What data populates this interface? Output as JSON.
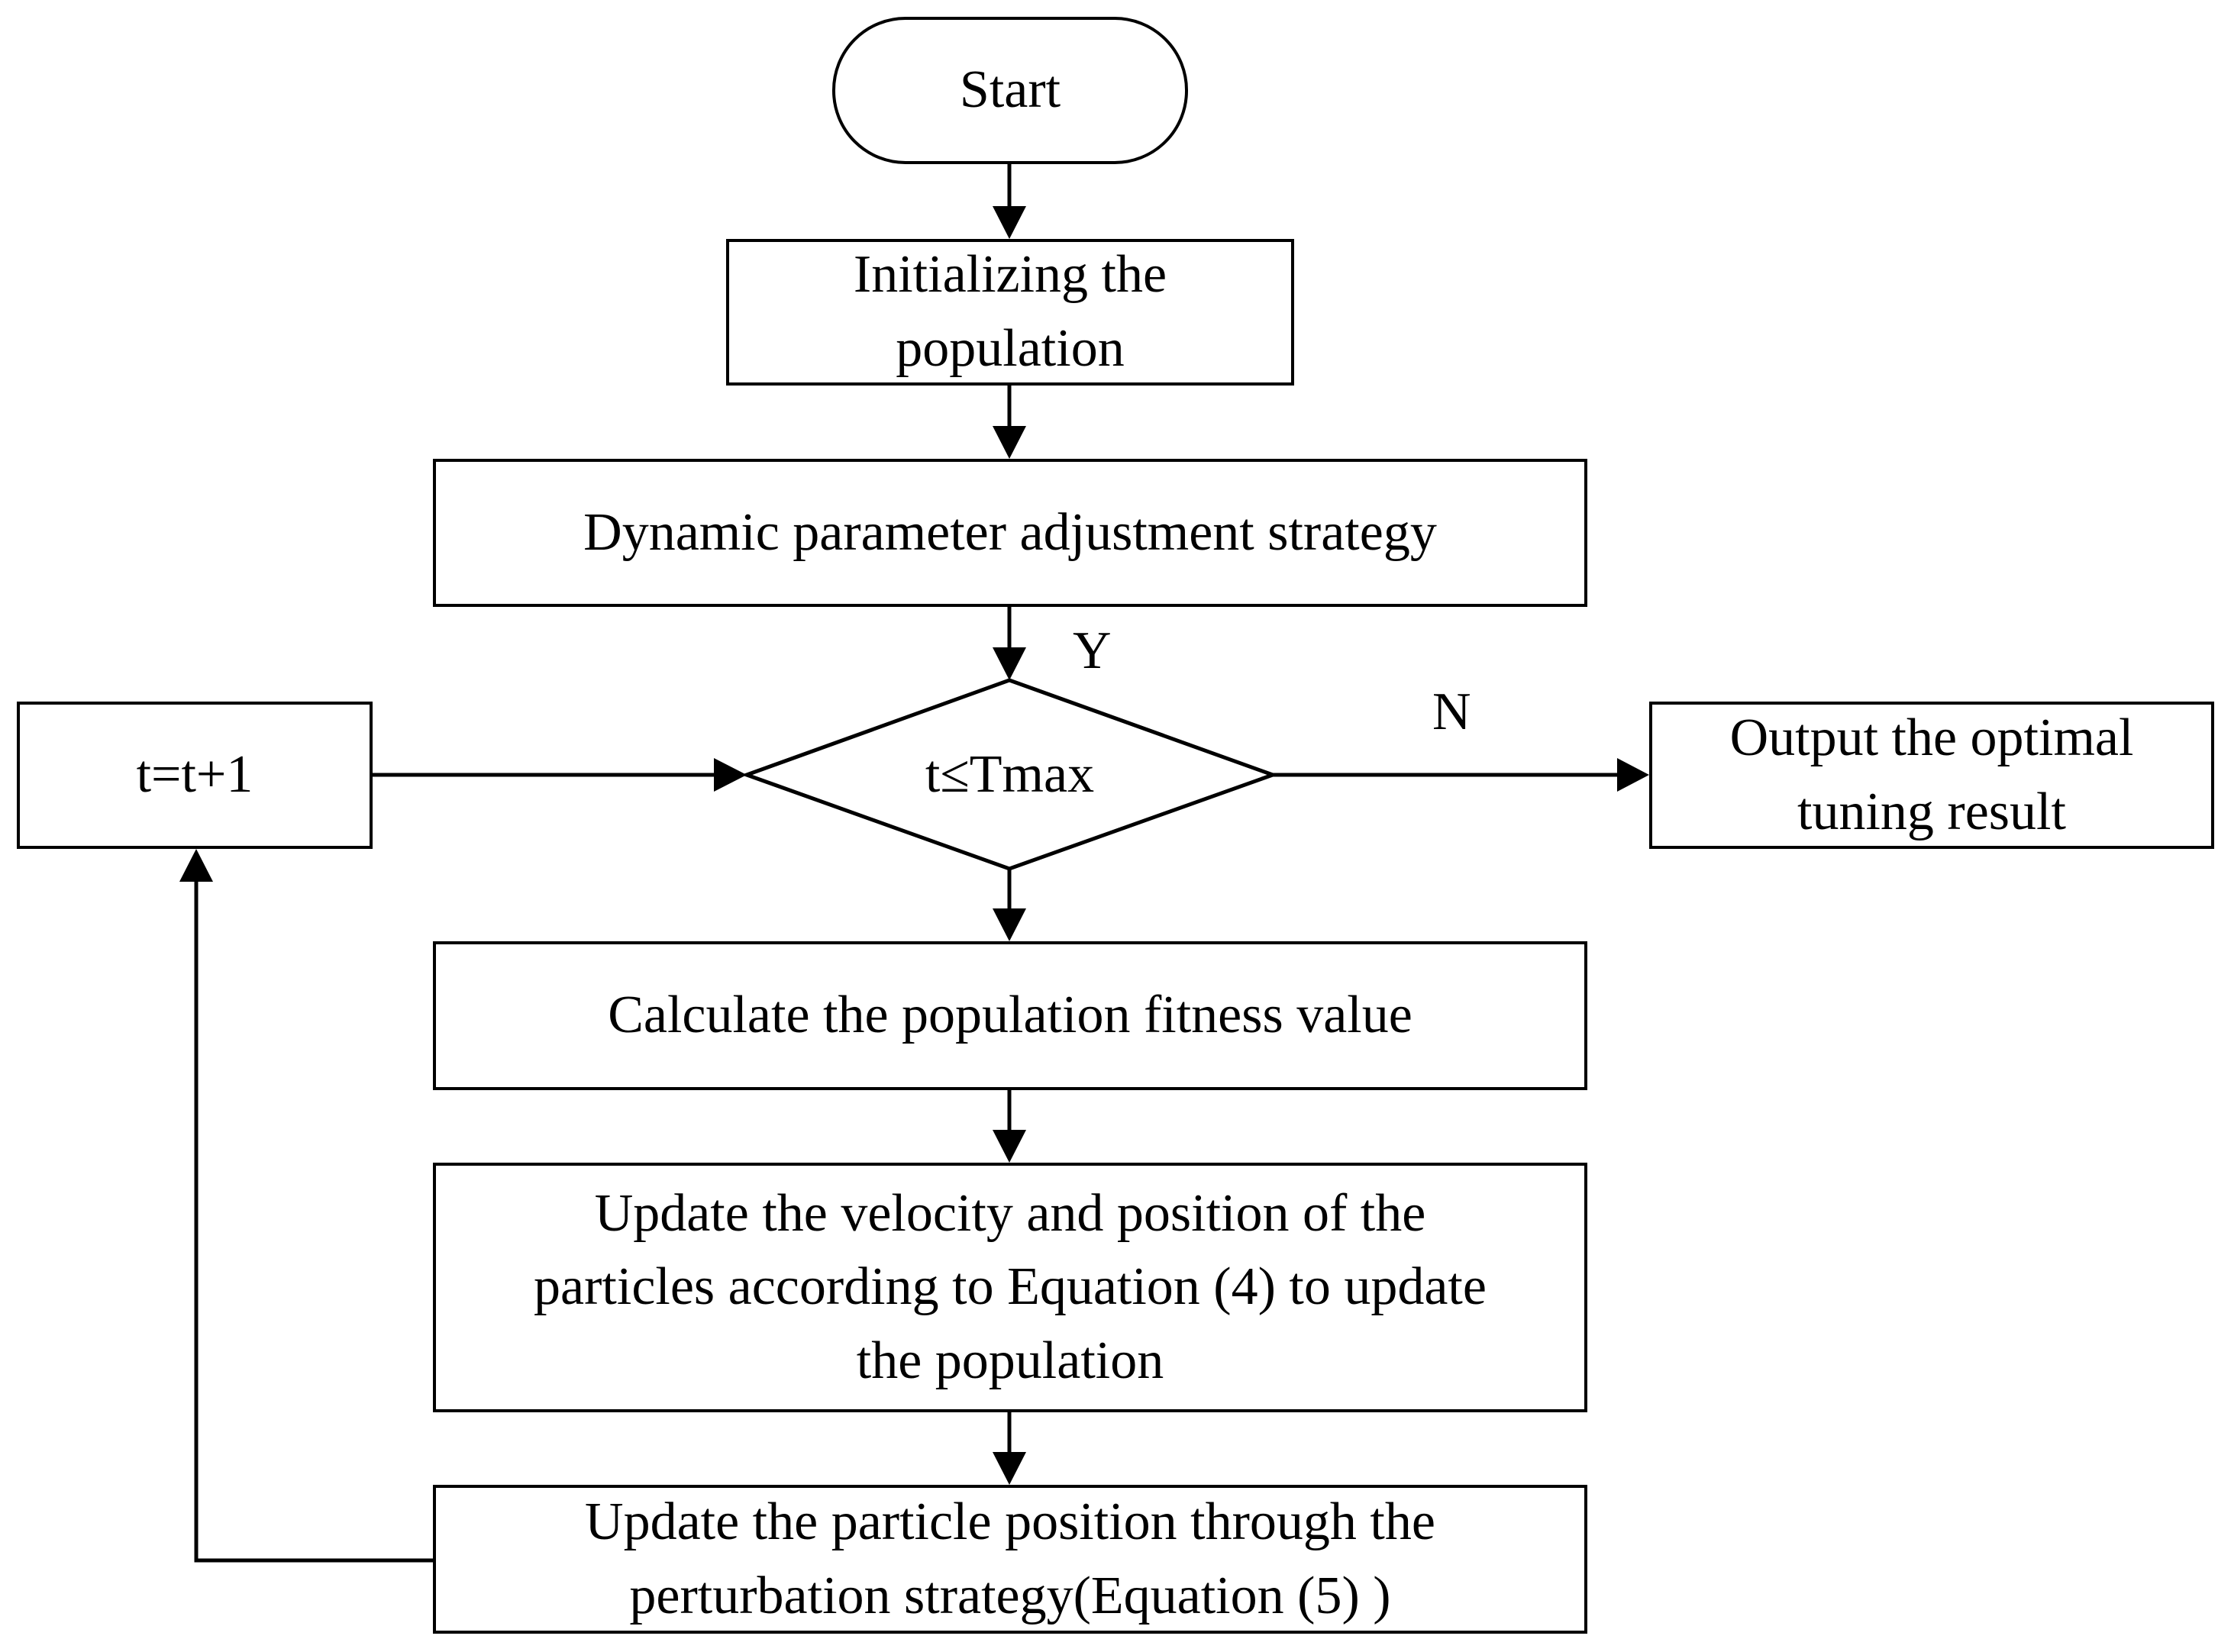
{
  "nodes": {
    "start": "Start",
    "init": [
      "Initializing the",
      "population"
    ],
    "dynamic": "Dynamic parameter adjustment strategy",
    "decision": "t≤Tmax",
    "counter": "t=t+1",
    "output": [
      "Output the optimal",
      "tuning result"
    ],
    "fitness": "Calculate the population fitness value",
    "update_velocity": [
      "Update the velocity and position of the",
      "particles according to Equation (4) to update",
      "the population"
    ],
    "perturb": [
      "Update the particle position through the",
      "perturbation strategy(Equation (5) )"
    ]
  },
  "labels": {
    "yes": "Y",
    "no": "N"
  }
}
